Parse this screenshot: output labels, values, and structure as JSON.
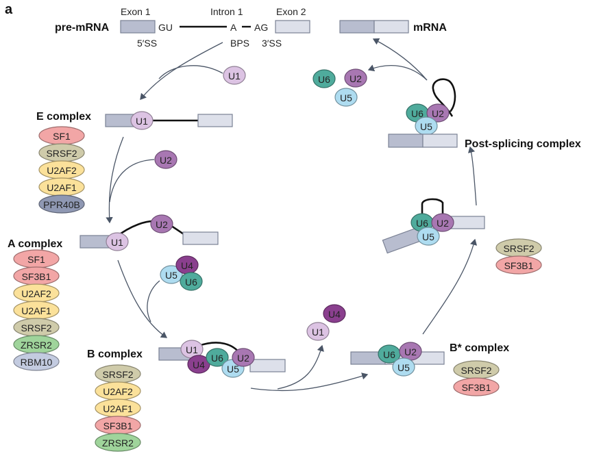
{
  "panel_label": "a",
  "colors": {
    "exon1": "#b8bdcf",
    "exon2": "#dde0ea",
    "U1": "#dcc3e3",
    "U2": "#a877b2",
    "U4": "#8a3f8e",
    "U5": "#aedcf0",
    "U6": "#4fab9c",
    "SF1": "#f2a6a6",
    "SF3B1": "#f2a6a6",
    "SRSF2": "#cfcbaa",
    "U2AF2": "#fbe19a",
    "U2AF1": "#fbe19a",
    "PPR40B": "#8f98b3",
    "ZRSR2": "#9fd49b",
    "RBM10": "#c3cbe0"
  },
  "pre_mrna": {
    "label": "pre-mRNA",
    "exon1": "Exon 1",
    "intron": "Intron 1",
    "exon2": "Exon 2",
    "gu": "GU",
    "a": "A",
    "ag": "AG",
    "ss5": "5′SS",
    "bps": "BPS",
    "ss3": "3′SS"
  },
  "mrna": {
    "label": "mRNA"
  },
  "complexes": {
    "E": {
      "title": "E complex",
      "factors": [
        "SF1",
        "SRSF2",
        "U2AF2",
        "U2AF1",
        "PPR40B"
      ]
    },
    "A": {
      "title": "A complex",
      "factors": [
        "SF1",
        "SF3B1",
        "U2AF2",
        "U2AF1",
        "SRSF2",
        "ZRSR2",
        "RBM10"
      ]
    },
    "B": {
      "title": "B complex",
      "factors": [
        "SRSF2",
        "U2AF2",
        "U2AF1",
        "SF3B1",
        "ZRSR2"
      ]
    },
    "Bstar": {
      "title": "B* complex",
      "factors": [
        "SRSF2",
        "SF3B1"
      ]
    },
    "C": {
      "title": "",
      "factors": [
        "SRSF2",
        "SF3B1"
      ]
    },
    "post": {
      "title": "Post-splicing complex",
      "factors": []
    }
  },
  "snrnps": {
    "u1_free": "U1",
    "u2_free": "U2",
    "u4u5u6": [
      "U4",
      "U5",
      "U6"
    ],
    "released_b": [
      "U4",
      "U1"
    ],
    "released_post": [
      "U6",
      "U2",
      "U5"
    ]
  }
}
